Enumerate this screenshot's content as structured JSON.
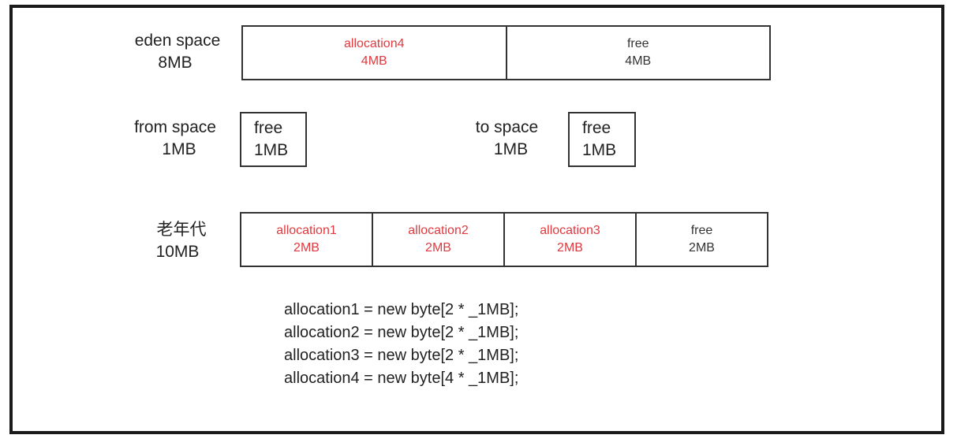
{
  "eden": {
    "name": "eden space",
    "size": "8MB",
    "cells": [
      {
        "name": "allocation4",
        "size": "4MB",
        "used": true
      },
      {
        "name": "free",
        "size": "4MB",
        "used": false
      }
    ]
  },
  "from_space": {
    "name": "from space",
    "size": "1MB",
    "box_name": "free",
    "box_size": "1MB"
  },
  "to_space": {
    "name": "to space",
    "size": "1MB",
    "box_name": "free",
    "box_size": "1MB"
  },
  "old_gen": {
    "name": "老年代",
    "size": "10MB",
    "cells": [
      {
        "name": "allocation1",
        "size": "2MB",
        "used": true
      },
      {
        "name": "allocation2",
        "size": "2MB",
        "used": true
      },
      {
        "name": "allocation3",
        "size": "2MB",
        "used": true
      },
      {
        "name": "free",
        "size": "2MB",
        "used": false
      }
    ]
  },
  "code_lines": [
    "allocation1 = new byte[2 * _1MB];",
    "allocation2 = new byte[2 * _1MB];",
    "allocation3 = new byte[2 * _1MB];",
    "allocation4 = new byte[4 * _1MB];"
  ],
  "colors": {
    "used": "#e0393e",
    "free": "#333333",
    "border": "#333333"
  }
}
